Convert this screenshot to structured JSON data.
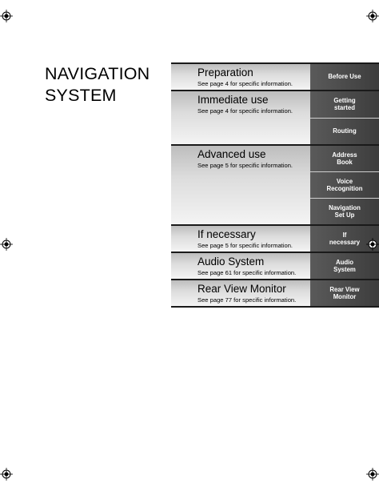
{
  "title": {
    "line1": "NAVIGATION",
    "line2": "SYSTEM"
  },
  "sections": [
    {
      "heading": "Preparation",
      "ref": "See page   4   for specific information.",
      "tabs": [
        "Before Use"
      ]
    },
    {
      "heading": "Immediate use",
      "ref": "See page   4   for specific information.",
      "tabs": [
        "Getting\nstarted",
        "Routing"
      ]
    },
    {
      "heading": "Advanced use",
      "ref": "See page   5   for specific information.",
      "tabs": [
        "Address\nBook",
        "Voice\nRecognition",
        "Navigation\nSet Up"
      ]
    },
    {
      "heading": "If necessary",
      "ref": "See page   5   for specific information.",
      "tabs": [
        "If\nnecessary"
      ]
    },
    {
      "heading": "Audio System",
      "ref": "See page 61 for specific information.",
      "tabs": [
        "Audio\nSystem"
      ]
    },
    {
      "heading": "Rear View Monitor",
      "ref": "See page 77 for specific information.",
      "tabs": [
        "Rear View\nMonitor"
      ]
    }
  ]
}
